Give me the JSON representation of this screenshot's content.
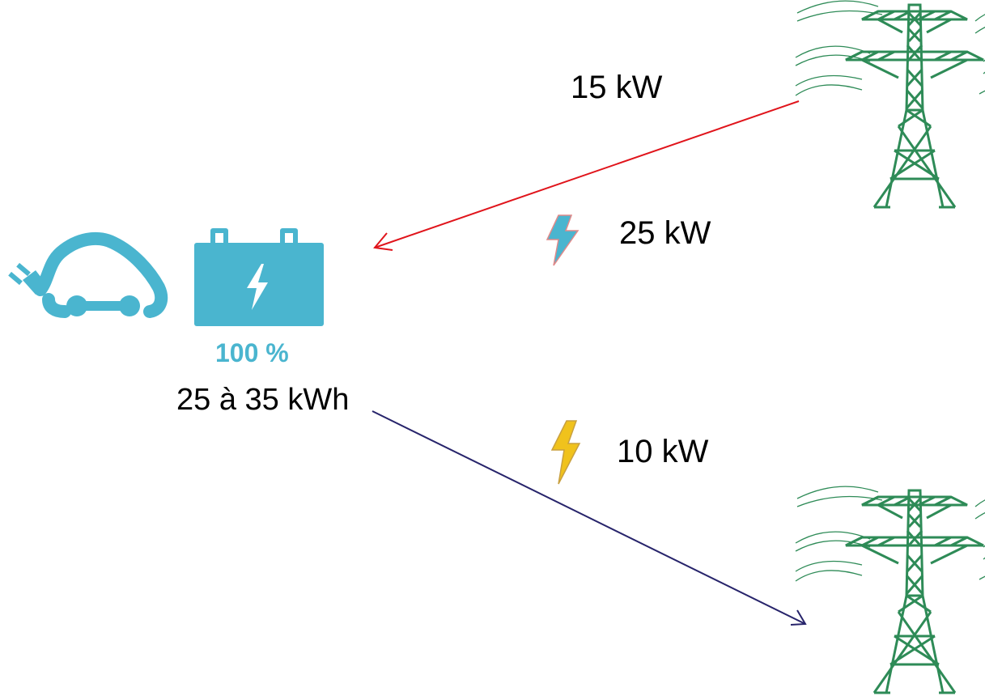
{
  "vehicle": {
    "charge_level": "100 %",
    "charge_fraction": 1.0,
    "battery_capacity": "25 à 35 kWh",
    "car_icon": "ev-car-plug-icon",
    "battery_icon": "battery-bolt-icon",
    "color": "#4ab5cf"
  },
  "flows": {
    "grid_to_vehicle": {
      "label": "15 kW",
      "arrow_color": "#e0141b",
      "direction": "grid-to-vehicle"
    },
    "charge_power": {
      "label": "25 kW",
      "icon": "blue-lightning-icon",
      "icon_color": "#4ab5cf"
    },
    "discharge_power": {
      "label": "10 kW",
      "icon": "yellow-lightning-icon",
      "icon_color": "#f0c21c"
    },
    "vehicle_to_grid": {
      "arrow_color": "#27246b",
      "direction": "vehicle-to-grid"
    }
  },
  "grid": {
    "pylon_icon": "transmission-tower-icon",
    "pylon_color": "#2e8b57"
  }
}
